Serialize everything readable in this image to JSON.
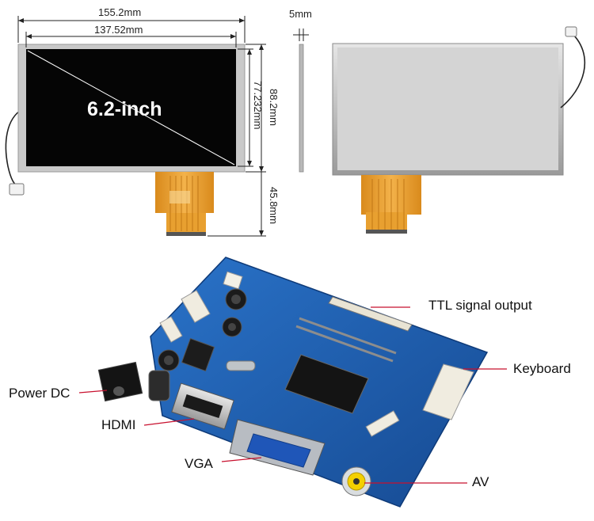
{
  "dimensions": {
    "overall_width": "155.2mm",
    "active_width": "137.52mm",
    "thickness": "5mm",
    "overall_height": "88.2mm",
    "active_height": "77.232mm",
    "fpc_length": "45.8mm"
  },
  "screen_label": "6.2-inch",
  "callouts": {
    "ttl": "TTL signal output",
    "keyboard": "Keyboard",
    "power": "Power DC",
    "hdmi": "HDMI",
    "vga": "VGA",
    "av": "AV"
  },
  "colors": {
    "pcb": "#1f5fb0",
    "fpc": "#e8a030",
    "bezel": "#c9c9c9",
    "screen": "#050505",
    "callout_line": "#c8102e"
  }
}
